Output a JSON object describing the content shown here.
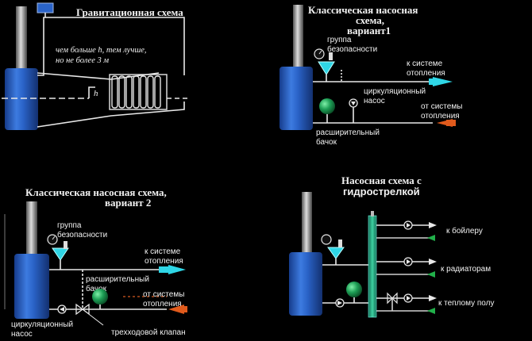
{
  "panel1": {
    "title": "Гравитационная схема",
    "note_line1": "чем больше h, тем лучше,",
    "note_line2": "но не более 3 м",
    "h_label": "h"
  },
  "panel2": {
    "title_line1": "Классическая насосная",
    "title_line2": "схема,",
    "title_line3": "вариант1",
    "safety_line1": "группа",
    "safety_line2": "безопасности",
    "to_system_line1": "к системе",
    "to_system_line2": "отопления",
    "pump_line1": "циркуляционный",
    "pump_line2": "насос",
    "from_system_line1": "от системы",
    "from_system_line2": "отопления",
    "tank_line1": "расширительный",
    "tank_line2": "бачок"
  },
  "panel3": {
    "title_line1": "Классическая насосная схема,",
    "title_line2": "вариант 2",
    "safety_line1": "группа",
    "safety_line2": "безопасности",
    "to_system_line1": "к системе",
    "to_system_line2": "отопления",
    "tank_line1": "расширительный",
    "tank_line2": "бачок",
    "from_system_line1": "от системы",
    "from_system_line2": "отопления",
    "pump_line1": "циркуляционный",
    "pump_line2": "насос",
    "valve_label": "трехходовой клапан"
  },
  "panel4": {
    "title_line1": "Насосная схема с",
    "title_line2": "гидрострелкой",
    "boiler_label": "к бойлеру",
    "radiators_label": "к радиаторам",
    "floor_label": "к теплому полу"
  },
  "colors": {
    "boiler_blue": "#2a63c8",
    "tank_green": "#1d9e55",
    "supply_cyan": "#2fd6e6",
    "return_orange": "#e05a1c",
    "separator_green": "#2bb88a",
    "return_arrow_green": "#21b04a"
  }
}
